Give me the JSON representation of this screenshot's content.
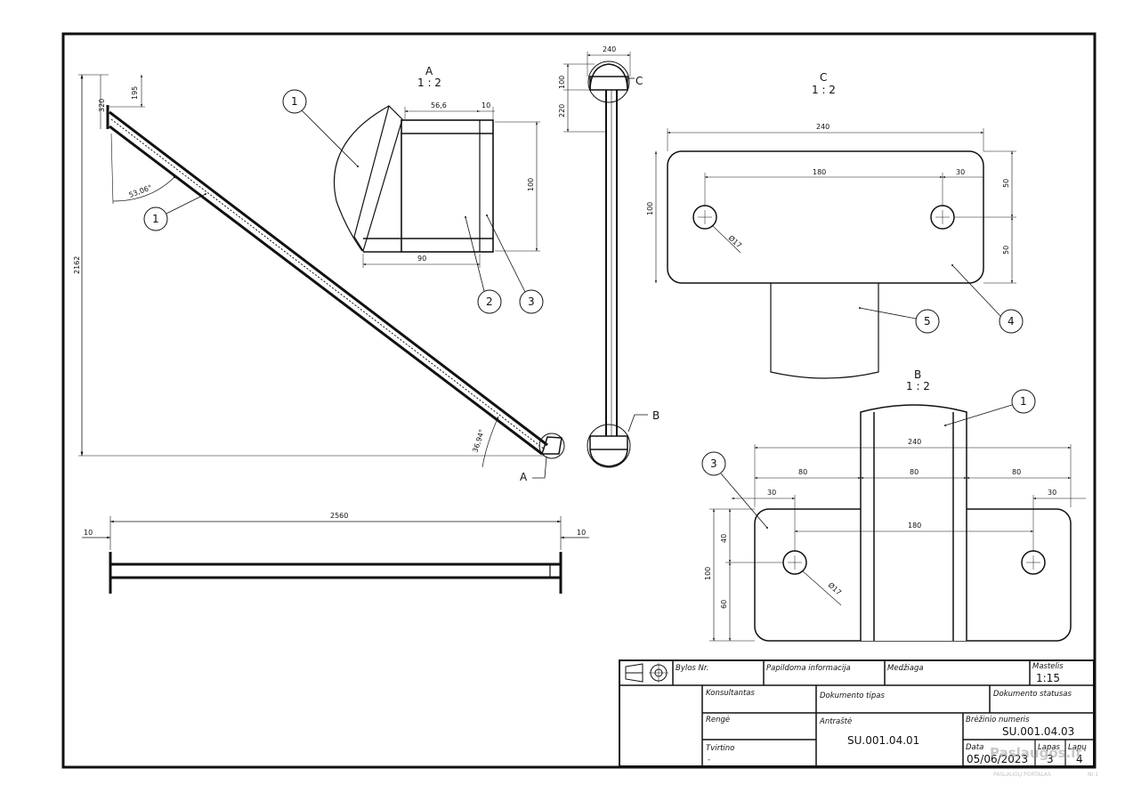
{
  "views": {
    "detail_a": {
      "letter": "A",
      "scale": "1 : 2"
    },
    "detail_b": {
      "letter": "B",
      "scale": "1 : 2"
    },
    "detail_c": {
      "letter": "C",
      "scale": "1 : 2"
    }
  },
  "section_marks": {
    "a": "A",
    "b": "B",
    "c": "C"
  },
  "balloons": {
    "main_1": "1",
    "a_1": "1",
    "a_2": "2",
    "a_3": "3",
    "c_4": "4",
    "c_5": "5",
    "b_1": "1",
    "b_3": "3"
  },
  "dimensions": {
    "main": {
      "d320": "320",
      "d195": "195",
      "d2162": "2162",
      "angle_top": "53,06°",
      "angle_bottom": "36,94°"
    },
    "bottom": {
      "length": "2560",
      "left_end": "10",
      "right_end": "10"
    },
    "detail_a": {
      "d566": "56,6",
      "d10": "10",
      "d100": "100",
      "d90": "90"
    },
    "side": {
      "d240": "240",
      "d100": "100",
      "d220": "220"
    },
    "detail_c": {
      "width": "240",
      "hole_spacing": "180",
      "edge": "30",
      "height": "100",
      "half_top": "50",
      "half_bottom": "50",
      "hole_dia": "Ø17"
    },
    "detail_b": {
      "width": "240",
      "seg1": "80",
      "seg2": "80",
      "seg3": "80",
      "edge_left": "30",
      "edge_right": "30",
      "hole_spacing": "180",
      "height": "100",
      "top": "40",
      "bottom": "60",
      "hole_dia": "Ø17"
    }
  },
  "title_block": {
    "bylos_nr": "Bylos Nr.",
    "papildoma": "Papildoma informacija",
    "medziaga": "Medžiaga",
    "mastelis_label": "Mastelis",
    "mastelis_value": "1:15",
    "konsultantas": "Konsultantas",
    "dokumento_tipas": "Dokumento tipas",
    "dokumento_statusas": "Dokumento statusas",
    "rengė": "Rengė",
    "antraste_label": "Antraštė",
    "antraste_value": "SU.001.04.01",
    "breziniio_label": "Brėžinio numeris",
    "breziniio_value": "SU.001.04.03",
    "tvirtino": "Tvirtino",
    "tvirtino_value": "-",
    "data_label": "Data",
    "data_value": "05/06/2023",
    "lapas_label": "Lapas",
    "lapas_value": "3",
    "lapu_label": "Lapų",
    "lapu_value": "4"
  },
  "watermark": {
    "brand": "Paslaugos.lt",
    "tagline": "PASLAUGŲ PORTALAS",
    "badge": "Nr.1"
  }
}
